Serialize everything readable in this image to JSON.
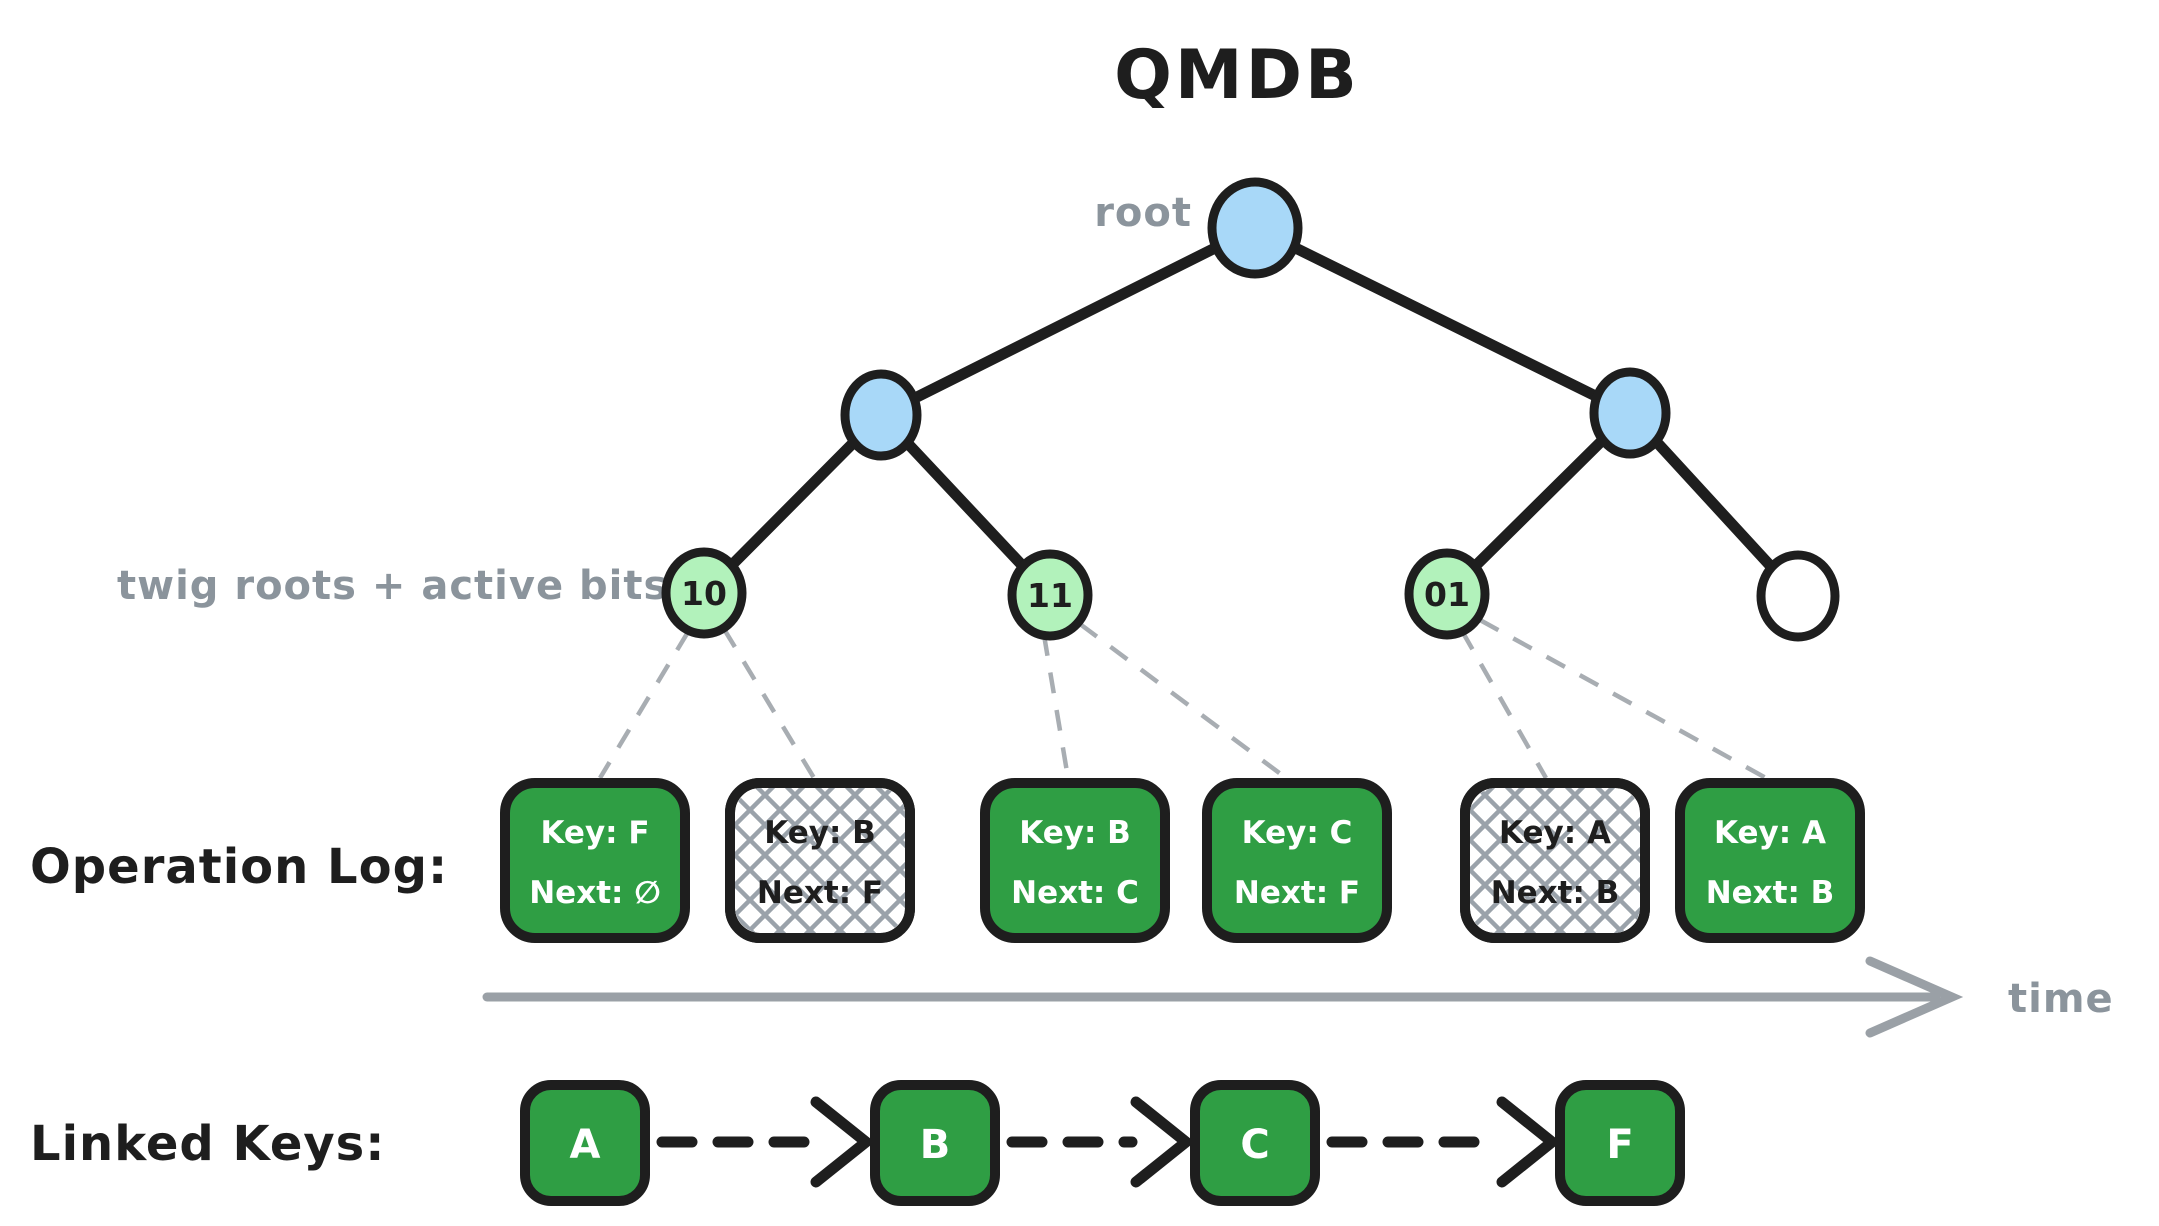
{
  "title": "QMDB",
  "colors": {
    "node_blue_fill": "#a8d8f8",
    "twig_green_fill": "#b2f2bb",
    "box_green_fill": "#2f9e44",
    "stroke_black": "#1e1e1e",
    "label_gray": "#8b949c",
    "hatch_gray": "#9aa2aa",
    "time_arrow_gray": "#9aa0a6"
  },
  "tree": {
    "root_label": "root",
    "twig_row_label": "twig roots + active bits",
    "twigs": [
      {
        "label": "10",
        "active": true
      },
      {
        "label": "11",
        "active": true
      },
      {
        "label": "01",
        "active": true
      },
      {
        "label": "",
        "active": false
      }
    ]
  },
  "operation_log": {
    "label": "Operation Log:",
    "time_label": "time",
    "entries": [
      {
        "key": "Key: F",
        "next": "Next: ∅",
        "obsolete": false
      },
      {
        "key": "Key: B",
        "next": "Next: F",
        "obsolete": true
      },
      {
        "key": "Key: B",
        "next": "Next: C",
        "obsolete": false
      },
      {
        "key": "Key: C",
        "next": "Next: F",
        "obsolete": false
      },
      {
        "key": "Key: A",
        "next": "Next: B",
        "obsolete": true
      },
      {
        "key": "Key: A",
        "next": "Next: B",
        "obsolete": false
      }
    ]
  },
  "linked_keys": {
    "label": "Linked Keys:",
    "keys": [
      "A",
      "B",
      "C",
      "F"
    ]
  }
}
